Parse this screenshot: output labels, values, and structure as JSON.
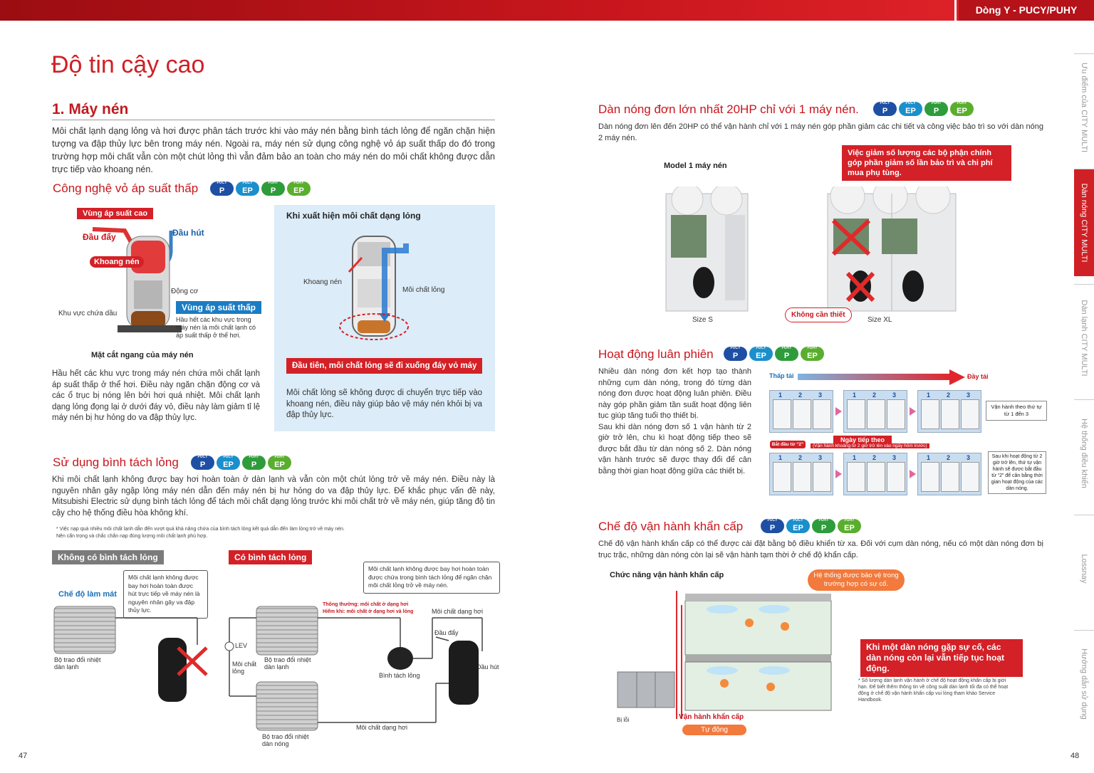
{
  "header": {
    "series": "Dòng Y - PUCY/PUHY"
  },
  "page": {
    "title": "Độ tin cậy cao",
    "page_left": "47",
    "page_right": "48"
  },
  "left": {
    "section_title": "1. Máy nén",
    "intro": "Môi chất lạnh dạng lỏng và hơi được phân tách trước khi vào máy nén bằng bình tách lỏng để ngăn chặn hiện tượng va đập thủy lực bên trong máy nén. Ngoài ra, máy nén sử dụng công nghệ vỏ áp suất thấp do đó trong trường hợp môi chất vẫn còn một chút lỏng thì vẫn đảm bảo an toàn cho máy nén do môi chất không được dẫn trực tiếp vào khoang nén.",
    "shell": {
      "title": "Công nghệ vỏ áp suất thấp",
      "high_zone": "Vùng áp suất cao",
      "discharge": "Đầu đẩy",
      "suction": "Đầu hút",
      "chamber": "Khoang nén",
      "motor": "Động cơ",
      "low_zone": "Vùng áp suất thấp",
      "low_zone_desc": "Hầu hết các khu vực trong máy nén là môi chất lạnh có áp suất thấp ở thể hơi.",
      "oil_area": "Khu vực chứa dầu",
      "cross_section": "Mặt cắt ngang của máy nén",
      "body": "Hầu hết các khu vực trong máy nén chứa môi chất lạnh áp suất thấp ở thể hơi. Điều này ngăn chặn động cơ và các ổ trục bị nóng lên bởi hơi quá nhiệt. Môi chất lạnh dạng lỏng đọng lại ở dưới đáy vỏ, điều này làm giảm tỉ lệ máy nén bị hư hỏng do va đập thủy lực.",
      "panel_title": "Khi xuất hiện môi chất dạng lỏng",
      "panel_chamber": "Khoang nén",
      "panel_liquid": "Môi chất lỏng",
      "panel_redbar": "Đầu tiên, môi chất lỏng sẽ đi xuống đáy vỏ máy",
      "panel_body": "Môi chất lỏng sẽ không được di chuyển trực tiếp vào khoang nén, điều này giúp bảo vệ máy nén khỏi bị va đập thủy lực."
    },
    "separator": {
      "title": "Sử dụng bình tách lỏng",
      "body": "Khi môi chất lạnh không được bay hơi hoàn toàn ở dàn lạnh và vẫn còn một chút lỏng trở về máy nén. Điều này là nguyên nhân gây ngập lỏng máy nén dẫn đến máy nén bị hư hỏng do va đập thủy lực. Để khắc phục vấn đề này, Mitsubishi Electric sử dụng bình tách lỏng để tách môi chất dạng lỏng trước khi môi chất trở về máy nén, giúp tăng độ tin cậy cho hệ thống điều hòa không khí.",
      "note": "* Việc nạp quá nhiều môi chất lạnh dẫn đến vượt quá khả năng chứa của bình tách lỏng kết quả dẫn đến làm lỏng trở về máy nén.\n   Nên cẩn trọng và chắc chắn nạp đúng lượng môi chất lạnh phù hợp.",
      "without": "Không có bình tách lỏng",
      "with": "Có bình tách lỏng",
      "cooling_mode": "Chế độ làm mát",
      "callout_left": "Môi chất lạnh không được bay hơi hoàn toàn được hút trực tiếp về máy nén là nguyên nhân gây va đập thủy lực.",
      "indoor_hx": "Bộ trao đổi nhiệt dàn lạnh",
      "callout_right": "Môi chất lạnh không được bay hơi hoàn toàn được chứa trong bình tách lỏng để ngăn chặn môi chất lỏng trở về máy nén.",
      "normal_note": "Thông thường: môi chất ở dạng hơi",
      "rare_note": "Hiếm khi: môi chất ở dạng hơi và lỏng",
      "gas_refrig": "Môi chất dạng hơi",
      "discharge": "Đầu đẩy",
      "suction": "Đầu hút",
      "lev": "LEV",
      "liquid": "Môi chất lỏng",
      "indoor_hx2": "Bộ trao đổi nhiệt dàn lạnh",
      "accumulator": "Bình tách lỏng",
      "gas_refrig2": "Môi chất dạng hơi",
      "outdoor_hx": "Bộ trao đổi nhiệt dàn nóng"
    }
  },
  "right": {
    "single": {
      "title": "Dàn nóng đơn lớn nhất 20HP chỉ với 1 máy nén.",
      "body": "Dàn nóng đơn lên đến 20HP có thể vận hành chỉ với 1 máy nén góp phần giảm các chi tiết và công việc bảo trì so với dàn nóng 2 máy nén.",
      "model_label": "Model 1 máy nén",
      "callout": "Việc giảm số lượng các bộ phận chính góp phần giảm số lần bảo trì và chi phí mua phụ tùng.",
      "not_needed": "Không cần thiết",
      "size_s": "Size S",
      "size_xl": "Size XL"
    },
    "rotation": {
      "title": "Hoạt động luân phiên",
      "body": "Nhiều dàn nóng đơn kết hợp tạo thành những cụm dàn nóng, trong đó từng dàn nóng đơn được hoạt động luân phiên. Điều này góp phần giảm tần suất hoạt động liên tục giúp tăng tuổi thọ thiết bị.\nSau khi dàn nóng đơn số 1 vận hành từ 2 giờ trở lên, chu kì hoạt động tiếp theo sẽ được bắt đầu từ dàn nóng số 2. Dàn nóng vận hành trước sẽ được thay đổi để cân bằng thời gian hoạt động giữa các thiết bị.",
      "low_load": "Thấp tải",
      "full_load": "Đầy tải",
      "note1": "Vận hành theo thứ tự từ 1 đến 3",
      "next_day": "Ngày tiếp theo",
      "next_day_sub": "(Vận hành khoảng từ 2 giờ trở lên vào ngày hôm trước)",
      "start_from": "Bắt đầu từ “2”",
      "note2": "Sau khi hoạt động từ 2 giờ trở lên, thứ tự vận hành sẽ được bắt đầu từ “2” để cân bằng thời gian hoạt động của các dàn nóng.",
      "nums": [
        "1",
        "2",
        "3"
      ]
    },
    "backup": {
      "title": "Chế độ vận hành khẩn cấp",
      "body": "Chế độ vận hành khẩn cấp có thể được cài đặt bằng bộ điều khiển từ xa. Đối với cụm dàn nóng, nếu có một dàn nóng đơn bị trục trặc, những dàn nóng còn lại sẽ vận hành tạm thời ở chế độ khẩn cấp.",
      "function": "Chức năng vận hành khẩn cấp",
      "bubble": "Hệ thống được bảo vệ trong trường hợp có sự cố.",
      "redbox": "Khi một dàn nóng gặp sự cố, các dàn nóng còn lại vẫn tiếp tục hoạt động.",
      "footnote": "* Số lượng dàn lạnh vận hành ở chế độ hoạt động khẩn cấp bị giới hạn. Để biết thêm thông tin về công suất dàn lạnh tối đa có thể hoạt động ở chế độ vận hành khẩn cấp vui lòng tham khảo Service Handbook.",
      "fault": "Bị lỗi",
      "emergency": "Vận hành khẩn cấp",
      "auto": "Tự động"
    }
  },
  "badges": [
    {
      "top": "PUCY",
      "bot": "P"
    },
    {
      "top": "PUCY",
      "bot": "EP"
    },
    {
      "top": "PUHY",
      "bot": "P"
    },
    {
      "top": "PUHY",
      "bot": "EP"
    }
  ],
  "sidenav": [
    {
      "label": "Ưu điểm của CITY MULTI",
      "active": false
    },
    {
      "label": "Dàn nóng CITY MULTI",
      "active": true
    },
    {
      "label": "Dàn lạnh CITY MULTI",
      "active": false
    },
    {
      "label": "Hệ thống điều khiển",
      "active": false
    },
    {
      "label": "Lossnay",
      "active": false
    },
    {
      "label": "Hướng dẫn sử dụng",
      "active": false
    }
  ]
}
